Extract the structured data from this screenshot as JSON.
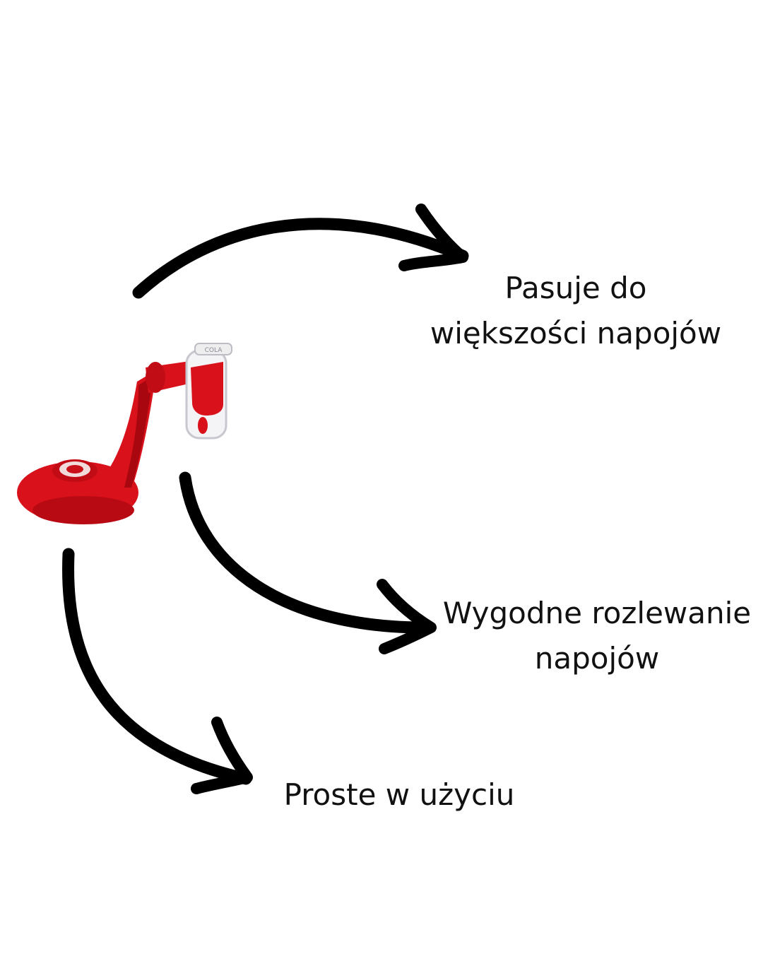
{
  "colors": {
    "background": "#ffffff",
    "arrow": "#000000",
    "product_red": "#d8111b",
    "product_dark_red": "#a8070f",
    "text": "#111111"
  },
  "product": {
    "icon": "bottle-dispenser-tap-icon",
    "pictogram_text": "COLA"
  },
  "labels": {
    "fits_most_drinks": {
      "line1": "Pasuje do",
      "line2": "większości napojów"
    },
    "comfortable_pouring": {
      "line1": "Wygodne rozlewanie",
      "line2": "napojów"
    },
    "easy_to_use": {
      "line1": "Proste w użyciu"
    }
  }
}
